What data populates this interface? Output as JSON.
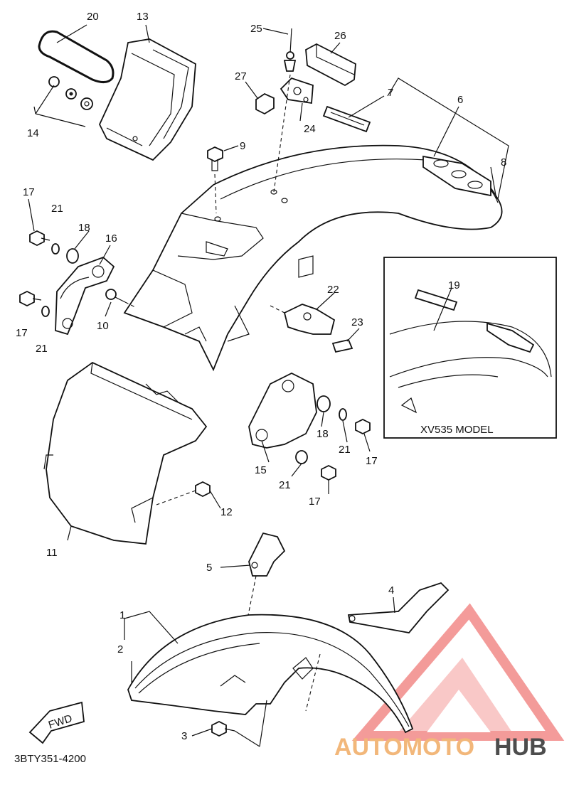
{
  "callouts": [
    {
      "id": "c1",
      "text": "1"
    },
    {
      "id": "c2",
      "text": "2"
    },
    {
      "id": "c3",
      "text": "3"
    },
    {
      "id": "c4",
      "text": "4"
    },
    {
      "id": "c5",
      "text": "5"
    },
    {
      "id": "c6",
      "text": "6"
    },
    {
      "id": "c7",
      "text": "7"
    },
    {
      "id": "c8",
      "text": "8"
    },
    {
      "id": "c9",
      "text": "9"
    },
    {
      "id": "c10",
      "text": "10"
    },
    {
      "id": "c11",
      "text": "11"
    },
    {
      "id": "c12",
      "text": "12"
    },
    {
      "id": "c13",
      "text": "13"
    },
    {
      "id": "c14",
      "text": "14"
    },
    {
      "id": "c15",
      "text": "15"
    },
    {
      "id": "c16",
      "text": "16"
    },
    {
      "id": "c17a",
      "text": "17"
    },
    {
      "id": "c17b",
      "text": "17"
    },
    {
      "id": "c17c",
      "text": "17"
    },
    {
      "id": "c17d",
      "text": "17"
    },
    {
      "id": "c18a",
      "text": "18"
    },
    {
      "id": "c18b",
      "text": "18"
    },
    {
      "id": "c19",
      "text": "19"
    },
    {
      "id": "c20",
      "text": "20"
    },
    {
      "id": "c21a",
      "text": "21"
    },
    {
      "id": "c21b",
      "text": "21"
    },
    {
      "id": "c21c",
      "text": "21"
    },
    {
      "id": "c21d",
      "text": "21"
    },
    {
      "id": "c22",
      "text": "22"
    },
    {
      "id": "c23",
      "text": "23"
    },
    {
      "id": "c24",
      "text": "24"
    },
    {
      "id": "c25",
      "text": "25"
    },
    {
      "id": "c26",
      "text": "26"
    },
    {
      "id": "c27",
      "text": "27"
    }
  ],
  "inset": {
    "caption": "XV535 MODEL"
  },
  "fwd_label": "FWD",
  "footer_code": "3BTY351-4200",
  "watermark": {
    "part1": "AUTOMOTO",
    "part2": "HUB",
    "color_light": "#f2b77a",
    "color_dark": "#4d4d4d",
    "logo_color": "#f07a78"
  }
}
